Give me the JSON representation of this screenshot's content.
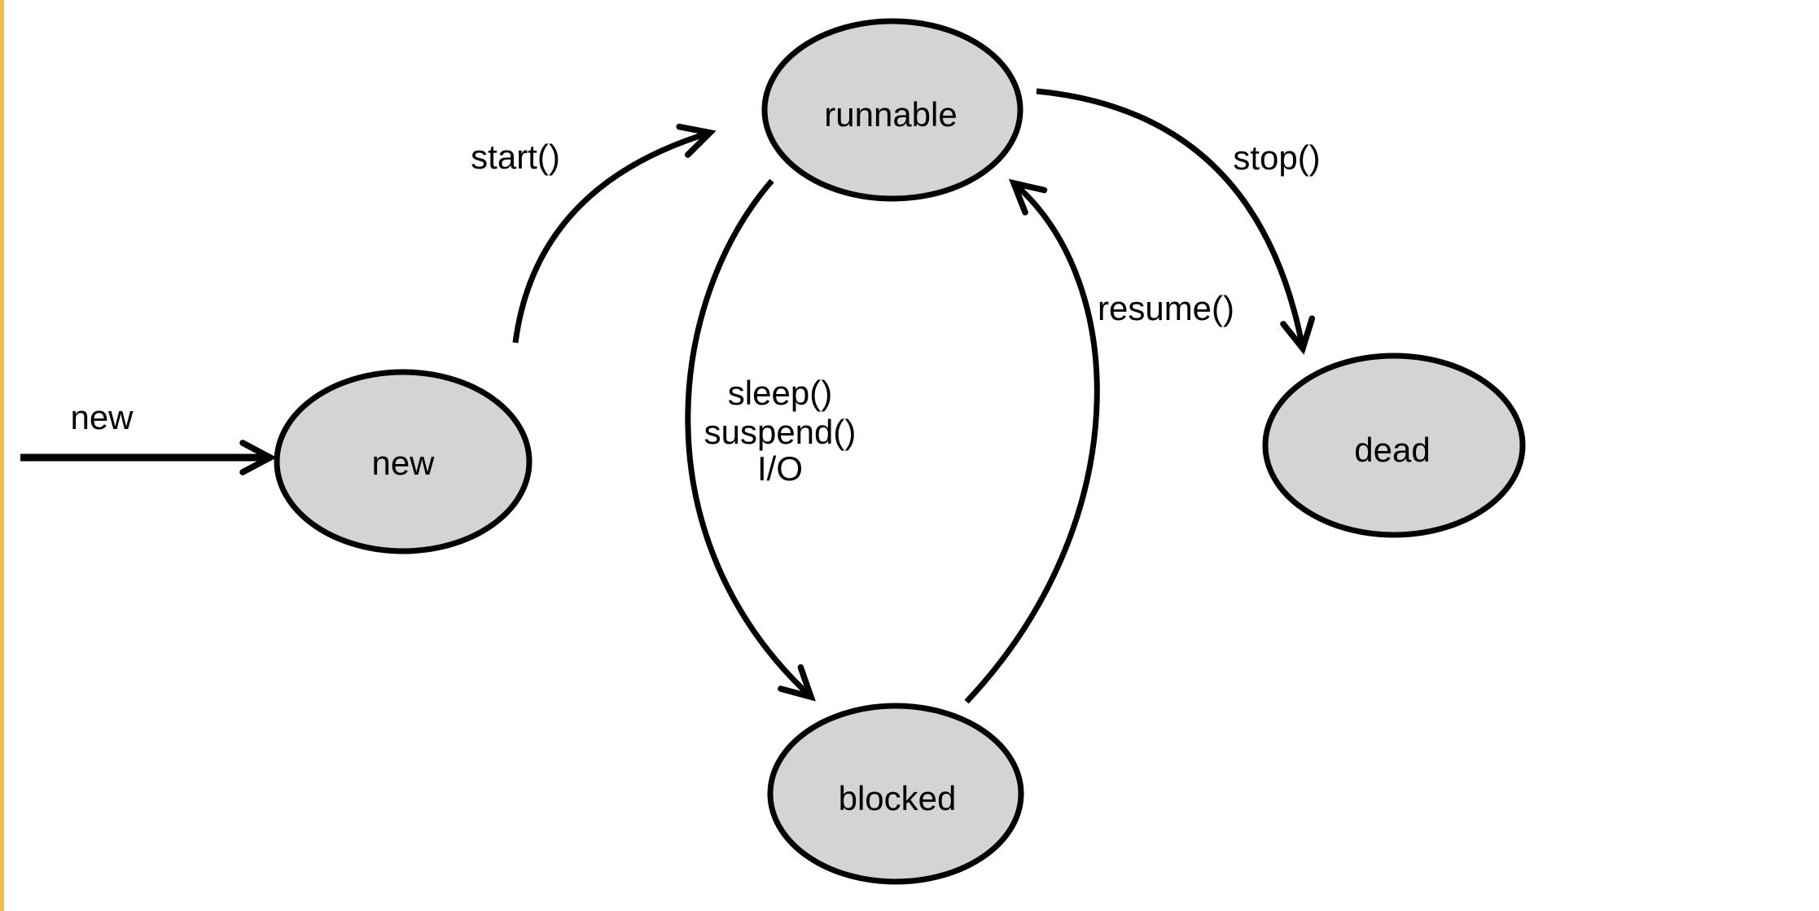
{
  "colors": {
    "accent_bar": "#f2bf4b",
    "node_fill": "#d4d4d4",
    "node_stroke": "#000000"
  },
  "diagram": {
    "type": "thread-state-diagram",
    "states": {
      "new": "new",
      "runnable": "runnable",
      "blocked": "blocked",
      "dead": "dead"
    },
    "transitions": {
      "entry": "new",
      "start": "start()",
      "stop": "stop()",
      "resume": "resume()",
      "block_lines": [
        "sleep()",
        "suspend()",
        "I/O"
      ]
    }
  }
}
